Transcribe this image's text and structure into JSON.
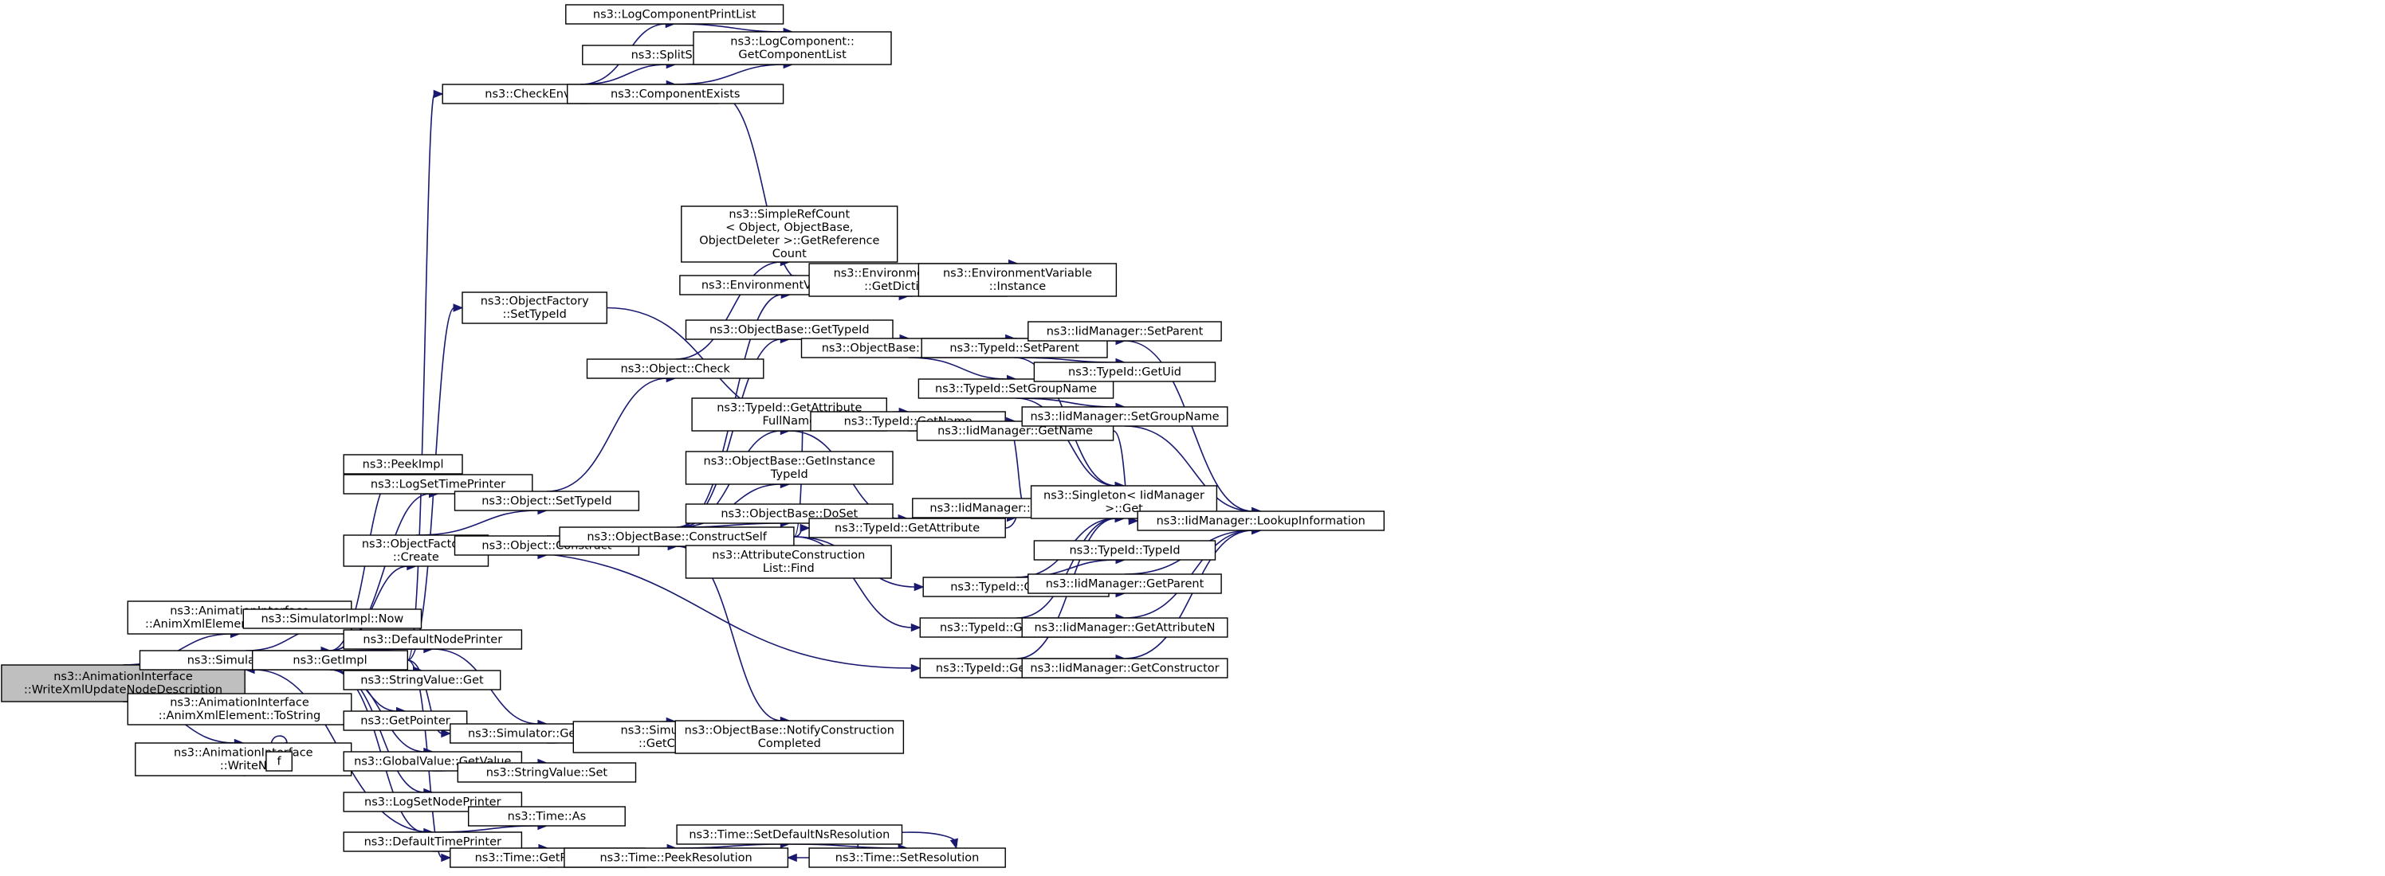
{
  "graph": {
    "nodes": [
      {
        "id": "root",
        "lines": [
          "ns3::AnimationInterface",
          "::WriteXmlUpdateNodeDescription"
        ],
        "current": true
      },
      {
        "id": "addAttr",
        "lines": [
          "ns3::AnimationInterface",
          "::AnimXmlElement::AddAttribute"
        ]
      },
      {
        "id": "simNow",
        "lines": [
          "ns3::Simulator::Now"
        ]
      },
      {
        "id": "toString",
        "lines": [
          "ns3::AnimationInterface",
          "::AnimXmlElement::ToString"
        ]
      },
      {
        "id": "writeN",
        "lines": [
          "ns3::AnimationInterface",
          "::WriteN"
        ]
      },
      {
        "id": "simImplNow",
        "lines": [
          "ns3::SimulatorImpl::Now"
        ]
      },
      {
        "id": "getImpl",
        "lines": [
          "ns3::GetImpl"
        ]
      },
      {
        "id": "f",
        "lines": [
          "f"
        ]
      },
      {
        "id": "peekImpl",
        "lines": [
          "ns3::PeekImpl"
        ]
      },
      {
        "id": "logSetTime",
        "lines": [
          "ns3::LogSetTimePrinter"
        ]
      },
      {
        "id": "ofCreate",
        "lines": [
          "ns3::ObjectFactory",
          "::Create"
        ]
      },
      {
        "id": "defNodePrinter",
        "lines": [
          "ns3::DefaultNodePrinter"
        ]
      },
      {
        "id": "strValGet",
        "lines": [
          "ns3::StringValue::Get"
        ]
      },
      {
        "id": "getPointer",
        "lines": [
          "ns3::GetPointer"
        ]
      },
      {
        "id": "gvGetValue",
        "lines": [
          "ns3::GlobalValue::GetValue"
        ]
      },
      {
        "id": "logSetNode",
        "lines": [
          "ns3::LogSetNodePrinter"
        ]
      },
      {
        "id": "defTimePrinter",
        "lines": [
          "ns3::DefaultTimePrinter"
        ]
      },
      {
        "id": "checkEnv",
        "lines": [
          "ns3::CheckEnvironmentVariables"
        ]
      },
      {
        "id": "ofSetTypeId",
        "lines": [
          "ns3::ObjectFactory",
          "::SetTypeId"
        ]
      },
      {
        "id": "objSetTypeId",
        "lines": [
          "ns3::Object::SetTypeId"
        ]
      },
      {
        "id": "objConstruct",
        "lines": [
          "ns3::Object::Construct"
        ]
      },
      {
        "id": "simGetContext",
        "lines": [
          "ns3::Simulator::GetContext"
        ]
      },
      {
        "id": "strValSet",
        "lines": [
          "ns3::StringValue::Set"
        ]
      },
      {
        "id": "timeAs",
        "lines": [
          "ns3::Time::As"
        ]
      },
      {
        "id": "timeGetRes",
        "lines": [
          "ns3::Time::GetResolution"
        ]
      },
      {
        "id": "logCompPrint",
        "lines": [
          "ns3::LogComponentPrintList"
        ]
      },
      {
        "id": "splitString",
        "lines": [
          "ns3::SplitString"
        ]
      },
      {
        "id": "compExists",
        "lines": [
          "ns3::ComponentExists"
        ]
      },
      {
        "id": "objCheck",
        "lines": [
          "ns3::Object::Check"
        ]
      },
      {
        "id": "obConstructSelf",
        "lines": [
          "ns3::ObjectBase::ConstructSelf"
        ]
      },
      {
        "id": "simImplGetContext",
        "lines": [
          "ns3::SimulatorImpl",
          "::GetContext"
        ]
      },
      {
        "id": "timePeekRes",
        "lines": [
          "ns3::Time::PeekResolution"
        ]
      },
      {
        "id": "logCompGetList",
        "lines": [
          "ns3::LogComponent::",
          "GetComponentList"
        ]
      },
      {
        "id": "simpleRefCount",
        "lines": [
          "ns3::SimpleRefCount",
          "< Object, ObjectBase,",
          "ObjectDeleter >::GetReference",
          "Count"
        ]
      },
      {
        "id": "envVarGet",
        "lines": [
          "ns3::EnvironmentVariable::Get"
        ]
      },
      {
        "id": "obGetTypeId",
        "lines": [
          "ns3::ObjectBase::GetTypeId"
        ]
      },
      {
        "id": "tidGetAttrFullName",
        "lines": [
          "ns3::TypeId::GetAttribute",
          "FullName"
        ]
      },
      {
        "id": "obGetInstanceTypeId",
        "lines": [
          "ns3::ObjectBase::GetInstance",
          "TypeId"
        ]
      },
      {
        "id": "obDoSet",
        "lines": [
          "ns3::ObjectBase::DoSet"
        ]
      },
      {
        "id": "attrConstrListFind",
        "lines": [
          "ns3::AttributeConstruction",
          "List::Find"
        ]
      },
      {
        "id": "obNotify",
        "lines": [
          "ns3::ObjectBase::NotifyConstruction",
          "Completed"
        ]
      },
      {
        "id": "timeSetDefNs",
        "lines": [
          "ns3::Time::SetDefaultNsResolution"
        ]
      },
      {
        "id": "envVarGetDict",
        "lines": [
          "ns3::EnvironmentVariable",
          "::GetDictionary"
        ]
      },
      {
        "id": "obGetObjectIid",
        "lines": [
          "ns3::ObjectBase::GetObjectIid"
        ]
      },
      {
        "id": "tidGetName",
        "lines": [
          "ns3::TypeId::GetName"
        ]
      },
      {
        "id": "tidGetAttribute",
        "lines": [
          "ns3::TypeId::GetAttribute"
        ]
      },
      {
        "id": "tidGetParent",
        "lines": [
          "ns3::TypeId::GetParent"
        ]
      },
      {
        "id": "tidGetAttributeN",
        "lines": [
          "ns3::TypeId::GetAttributeN"
        ]
      },
      {
        "id": "tidGetConstructor",
        "lines": [
          "ns3::TypeId::GetConstructor"
        ]
      },
      {
        "id": "timeSetRes",
        "lines": [
          "ns3::Time::SetResolution"
        ]
      },
      {
        "id": "envVarInstance",
        "lines": [
          "ns3::EnvironmentVariable",
          "::Instance"
        ]
      },
      {
        "id": "tidSetParent",
        "lines": [
          "ns3::TypeId::SetParent"
        ]
      },
      {
        "id": "tidSetGroupName",
        "lines": [
          "ns3::TypeId::SetGroupName"
        ]
      },
      {
        "id": "iidGetName",
        "lines": [
          "ns3::IidManager::GetName"
        ]
      },
      {
        "id": "iidGetAttribute",
        "lines": [
          "ns3::IidManager::GetAttribute"
        ]
      },
      {
        "id": "singletonGet",
        "lines": [
          "ns3::Singleton< IidManager",
          ">::Get"
        ]
      },
      {
        "id": "tidTypeId",
        "lines": [
          "ns3::TypeId::TypeId"
        ]
      },
      {
        "id": "iidSetParent",
        "lines": [
          "ns3::IidManager::SetParent"
        ]
      },
      {
        "id": "tidGetUid",
        "lines": [
          "ns3::TypeId::GetUid"
        ]
      },
      {
        "id": "iidSetGroupName",
        "lines": [
          "ns3::IidManager::SetGroupName"
        ]
      },
      {
        "id": "iidGetParent",
        "lines": [
          "ns3::IidManager::GetParent"
        ]
      },
      {
        "id": "iidGetAttributeN",
        "lines": [
          "ns3::IidManager::GetAttributeN"
        ]
      },
      {
        "id": "iidGetConstructor",
        "lines": [
          "ns3::IidManager::GetConstructor"
        ]
      },
      {
        "id": "iidLookup",
        "lines": [
          "ns3::IidManager::LookupInformation"
        ]
      }
    ],
    "edges": [
      [
        "root",
        "addAttr"
      ],
      [
        "root",
        "simNow"
      ],
      [
        "root",
        "toString"
      ],
      [
        "root",
        "writeN"
      ],
      [
        "simNow",
        "simImplNow"
      ],
      [
        "simNow",
        "getImpl"
      ],
      [
        "writeN",
        "f"
      ],
      [
        "f",
        "f"
      ],
      [
        "getImpl",
        "peekImpl"
      ],
      [
        "getImpl",
        "logSetTime"
      ],
      [
        "getImpl",
        "ofCreate"
      ],
      [
        "getImpl",
        "defNodePrinter"
      ],
      [
        "getImpl",
        "strValGet"
      ],
      [
        "getImpl",
        "getPointer"
      ],
      [
        "getImpl",
        "gvGetValue"
      ],
      [
        "getImpl",
        "logSetNode"
      ],
      [
        "getImpl",
        "defTimePrinter"
      ],
      [
        "getImpl",
        "checkEnv"
      ],
      [
        "getImpl",
        "ofSetTypeId"
      ],
      [
        "getImpl",
        "simGetContext"
      ],
      [
        "getImpl",
        "timeGetRes"
      ],
      [
        "ofCreate",
        "objSetTypeId"
      ],
      [
        "ofCreate",
        "objConstruct"
      ],
      [
        "ofCreate",
        "tidGetConstructor"
      ],
      [
        "defNodePrinter",
        "simGetContext"
      ],
      [
        "simGetContext",
        "simImplGetContext"
      ],
      [
        "gvGetValue",
        "strValSet"
      ],
      [
        "defTimePrinter",
        "timeAs"
      ],
      [
        "defTimePrinter",
        "timeGetRes"
      ],
      [
        "defTimePrinter",
        "simNow"
      ],
      [
        "checkEnv",
        "logCompPrint"
      ],
      [
        "checkEnv",
        "splitString"
      ],
      [
        "checkEnv",
        "compExists"
      ],
      [
        "checkEnv",
        "envVarGetDict"
      ],
      [
        "logCompPrint",
        "logCompGetList"
      ],
      [
        "compExists",
        "logCompGetList"
      ],
      [
        "ofSetTypeId",
        "tidGetName"
      ],
      [
        "objSetTypeId",
        "objCheck"
      ],
      [
        "objCheck",
        "simpleRefCount"
      ],
      [
        "objConstruct",
        "obConstructSelf"
      ],
      [
        "obConstructSelf",
        "envVarGet"
      ],
      [
        "obConstructSelf",
        "obGetTypeId"
      ],
      [
        "obConstructSelf",
        "tidGetAttrFullName"
      ],
      [
        "obConstructSelf",
        "obGetInstanceTypeId"
      ],
      [
        "obConstructSelf",
        "obDoSet"
      ],
      [
        "obConstructSelf",
        "attrConstrListFind"
      ],
      [
        "obConstructSelf",
        "obNotify"
      ],
      [
        "obConstructSelf",
        "tidGetName"
      ],
      [
        "obConstructSelf",
        "tidGetAttribute"
      ],
      [
        "obConstructSelf",
        "tidGetParent"
      ],
      [
        "obConstructSelf",
        "tidGetAttributeN"
      ],
      [
        "envVarGet",
        "envVarGetDict"
      ],
      [
        "envVarGetDict",
        "envVarInstance"
      ],
      [
        "obGetTypeId",
        "obGetObjectIid"
      ],
      [
        "obGetObjectIid",
        "tidSetParent"
      ],
      [
        "obGetObjectIid",
        "tidSetGroupName"
      ],
      [
        "tidGetAttrFullName",
        "tidGetName"
      ],
      [
        "tidGetAttrFullName",
        "tidGetAttribute"
      ],
      [
        "timeGetRes",
        "timePeekRes"
      ],
      [
        "timePeekRes",
        "timeSetDefNs"
      ],
      [
        "timeSetDefNs",
        "timeSetRes"
      ],
      [
        "timeSetRes",
        "timePeekRes"
      ],
      [
        "timeSetRes",
        "timeSetRes"
      ],
      [
        "tidGetName",
        "iidGetName"
      ],
      [
        "tidGetName",
        "singletonGet"
      ],
      [
        "tidGetAttribute",
        "iidGetAttribute"
      ],
      [
        "tidGetAttribute",
        "singletonGet"
      ],
      [
        "tidGetParent",
        "tidTypeId"
      ],
      [
        "tidGetParent",
        "iidGetParent"
      ],
      [
        "tidGetParent",
        "singletonGet"
      ],
      [
        "tidGetAttributeN",
        "iidGetAttributeN"
      ],
      [
        "tidGetAttributeN",
        "singletonGet"
      ],
      [
        "tidGetConstructor",
        "iidGetConstructor"
      ],
      [
        "tidGetConstructor",
        "singletonGet"
      ],
      [
        "tidSetParent",
        "iidSetParent"
      ],
      [
        "tidSetParent",
        "tidGetUid"
      ],
      [
        "tidSetParent",
        "singletonGet"
      ],
      [
        "tidSetGroupName",
        "iidSetGroupName"
      ],
      [
        "tidSetGroupName",
        "singletonGet"
      ],
      [
        "iidGetName",
        "iidLookup"
      ],
      [
        "iidSetParent",
        "iidLookup"
      ],
      [
        "iidSetGroupName",
        "iidLookup"
      ],
      [
        "iidGetParent",
        "iidLookup"
      ],
      [
        "iidGetAttributeN",
        "iidLookup"
      ],
      [
        "iidGetConstructor",
        "iidLookup"
      ]
    ]
  }
}
